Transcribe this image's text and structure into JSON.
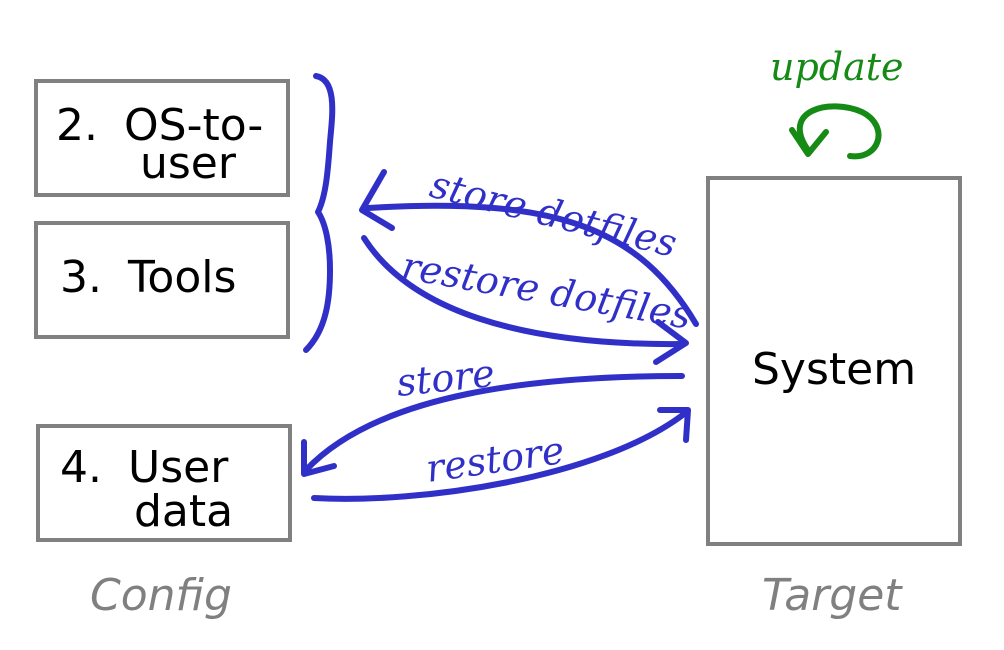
{
  "boxes": {
    "os_to_user": {
      "number": "2.",
      "line1": "OS-to-",
      "line2": "user"
    },
    "tools": {
      "number": "3.",
      "line1": "Tools"
    },
    "user_data": {
      "number": "4.",
      "line1": "User",
      "line2": "data"
    },
    "system": {
      "label": "System"
    }
  },
  "arrows": {
    "store_dotfiles": "store dotfiles",
    "restore_dotfiles": "restore dotfiles",
    "store": "store",
    "restore": "restore",
    "update": "update"
  },
  "columns": {
    "config": "Config",
    "target": "Target"
  },
  "colors": {
    "box_border": "#808080",
    "arrow": "#3030c8",
    "update": "#158a15",
    "caption": "#808080",
    "text": "#000000"
  }
}
